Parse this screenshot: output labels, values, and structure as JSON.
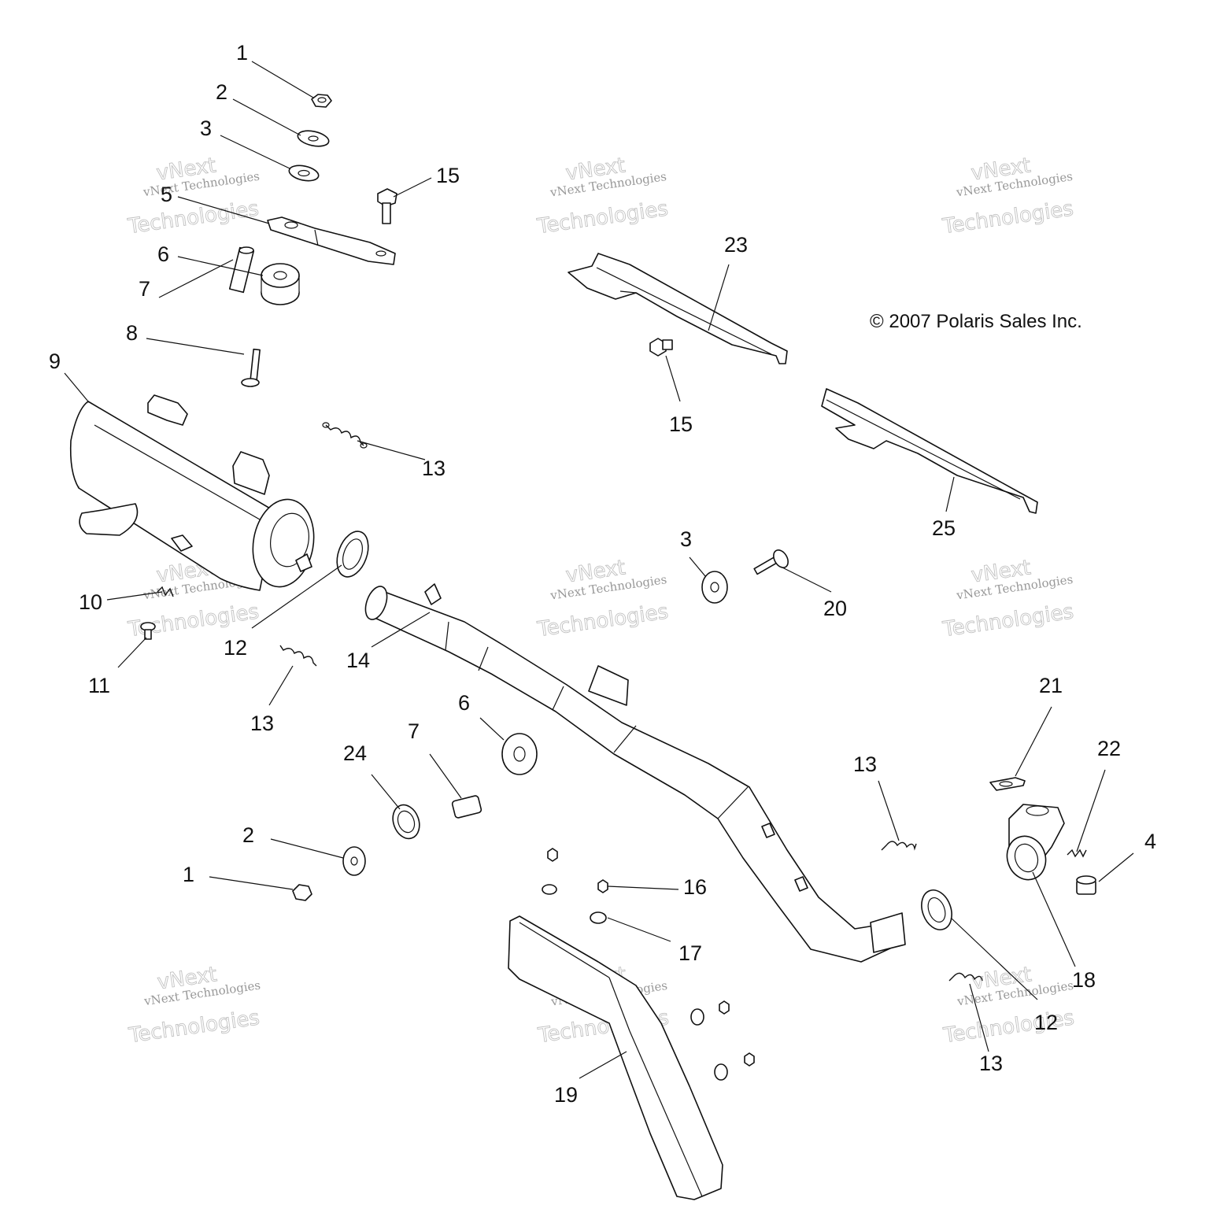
{
  "copyright": "© 2007 Polaris Sales Inc.",
  "watermark": {
    "line1": "vNext",
    "line2": "vNext Technologies",
    "line3": "Technologies"
  },
  "callouts": [
    {
      "id": "c1",
      "label": "1"
    },
    {
      "id": "c2",
      "label": "2"
    },
    {
      "id": "c3",
      "label": "3"
    },
    {
      "id": "c5",
      "label": "5"
    },
    {
      "id": "c15a",
      "label": "15"
    },
    {
      "id": "c6",
      "label": "6"
    },
    {
      "id": "c7",
      "label": "7"
    },
    {
      "id": "c8",
      "label": "8"
    },
    {
      "id": "c9",
      "label": "9"
    },
    {
      "id": "c13a",
      "label": "13"
    },
    {
      "id": "c23",
      "label": "23"
    },
    {
      "id": "c15b",
      "label": "15"
    },
    {
      "id": "c25",
      "label": "25"
    },
    {
      "id": "c3b",
      "label": "3"
    },
    {
      "id": "c20",
      "label": "20"
    },
    {
      "id": "c10",
      "label": "10"
    },
    {
      "id": "c12a",
      "label": "12"
    },
    {
      "id": "c14",
      "label": "14"
    },
    {
      "id": "c11",
      "label": "11"
    },
    {
      "id": "c13b",
      "label": "13"
    },
    {
      "id": "c6b",
      "label": "6"
    },
    {
      "id": "c7b",
      "label": "7"
    },
    {
      "id": "c24",
      "label": "24"
    },
    {
      "id": "c21",
      "label": "21"
    },
    {
      "id": "c22",
      "label": "22"
    },
    {
      "id": "c13c",
      "label": "13"
    },
    {
      "id": "c4",
      "label": "4"
    },
    {
      "id": "c2b",
      "label": "2"
    },
    {
      "id": "c1b",
      "label": "1"
    },
    {
      "id": "c16",
      "label": "16"
    },
    {
      "id": "c17",
      "label": "17"
    },
    {
      "id": "c18",
      "label": "18"
    },
    {
      "id": "c12b",
      "label": "12"
    },
    {
      "id": "c13d",
      "label": "13"
    },
    {
      "id": "c19",
      "label": "19"
    }
  ]
}
